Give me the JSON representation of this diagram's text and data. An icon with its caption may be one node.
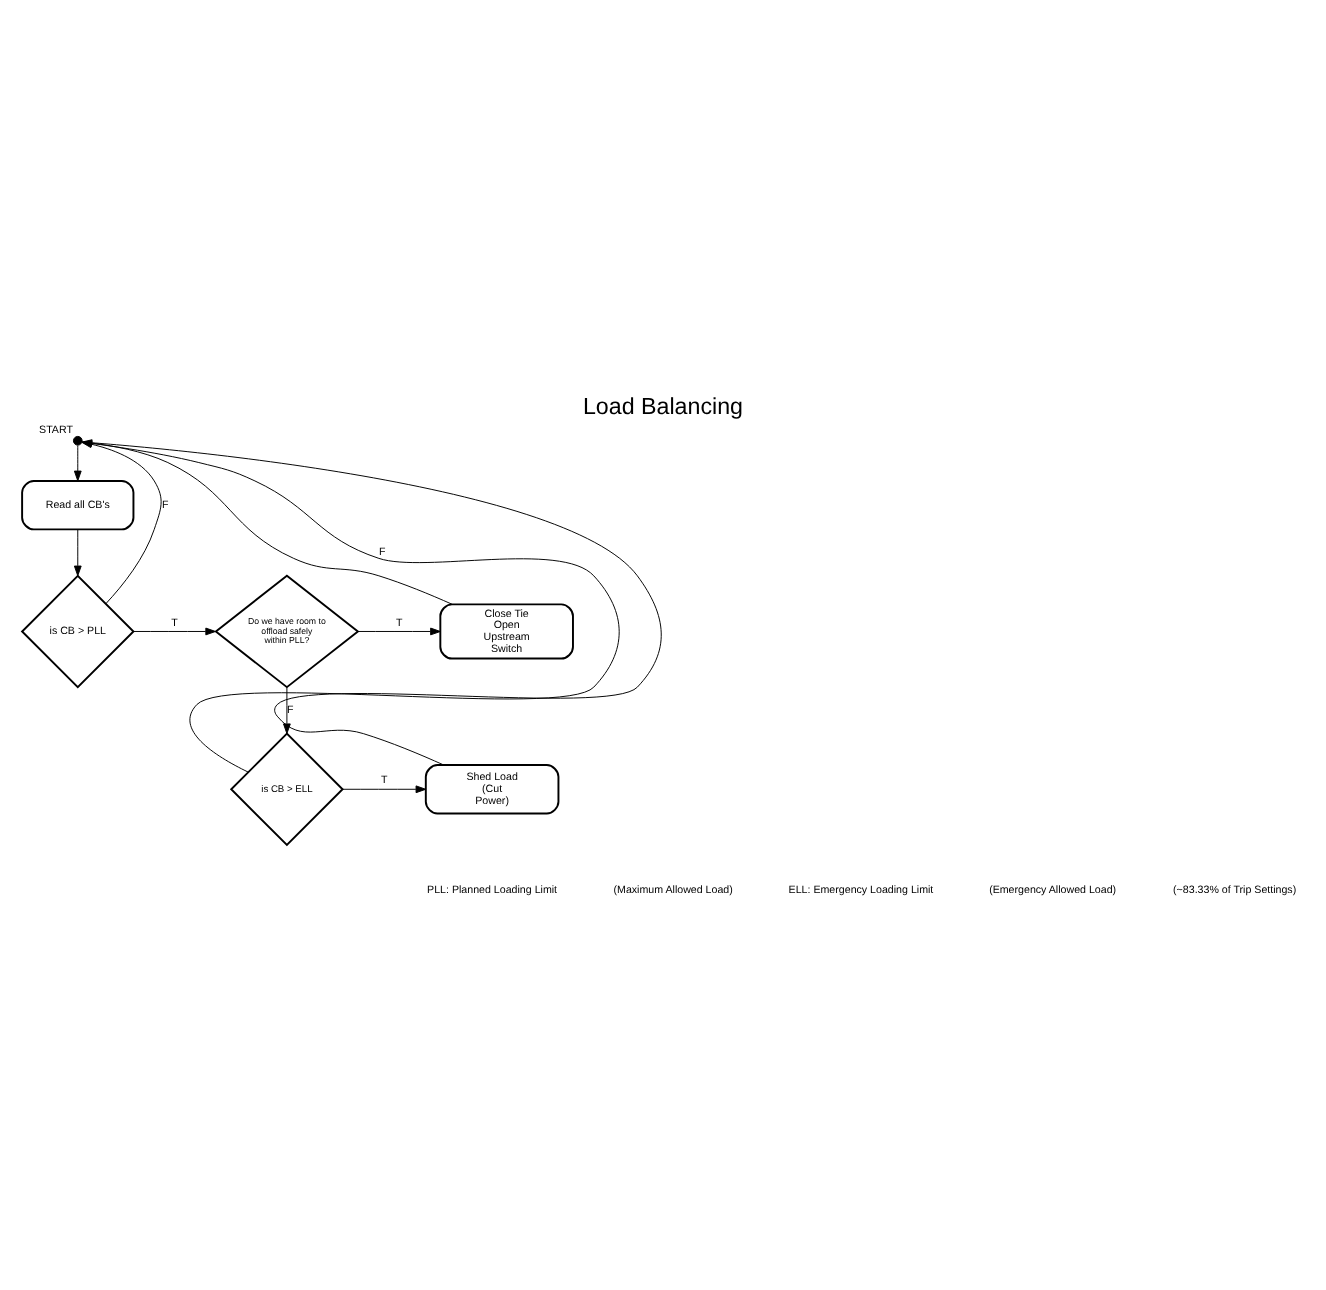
{
  "diagram": {
    "title": "Load Balancing",
    "nodes": [
      {
        "text": [],
        "shape": "circle",
        "beside": [
          "START"
        ]
      },
      {
        "text": [
          "Read all CB's"
        ]
      },
      {
        "text": [
          "is CB > PLL"
        ]
      },
      {
        "text": [
          "Do we have room to offload safely within PLL?"
        ]
      },
      {
        "text": [
          "Close Tie Open Upstream Switch"
        ]
      },
      {
        "text": [
          "is CB > ELL"
        ]
      },
      {
        "text": [
          "Shed Load (Cut Power)"
        ]
      }
    ],
    "edges": [
      {
        "from": 0,
        "to": 1,
        "arrow": "to"
      },
      {
        "from": 1,
        "to": 2,
        "arrow": "to"
      },
      {
        "from": 2,
        "to": 3,
        "arrow": "to",
        "label": "T"
      },
      {
        "from": 2,
        "to": 0,
        "arrow": "to",
        "label": "F"
      },
      {
        "from": 3,
        "to": 4,
        "arrow": "to",
        "label": "T"
      },
      {
        "from": 4,
        "to": 0,
        "arrow": "to"
      },
      {
        "from": 3,
        "to": 5,
        "arrow": "to",
        "label": "F"
      },
      {
        "from": 5,
        "to": 6,
        "arrow": "to",
        "label": "T"
      },
      {
        "from": 5,
        "to": 0,
        "arrow": "none",
        "label": "F"
      },
      {
        "from": 6,
        "to": 0,
        "arrow": "none"
      }
    ],
    "labels": [
      "PLL: Planned Loading Limit",
      "(Maximum Allowed Load)",
      "ELL: Emergency Loading Limit",
      "(Emergency Allowed Load)",
      "(~83.33% of Trip Settings)"
    ]
  }
}
